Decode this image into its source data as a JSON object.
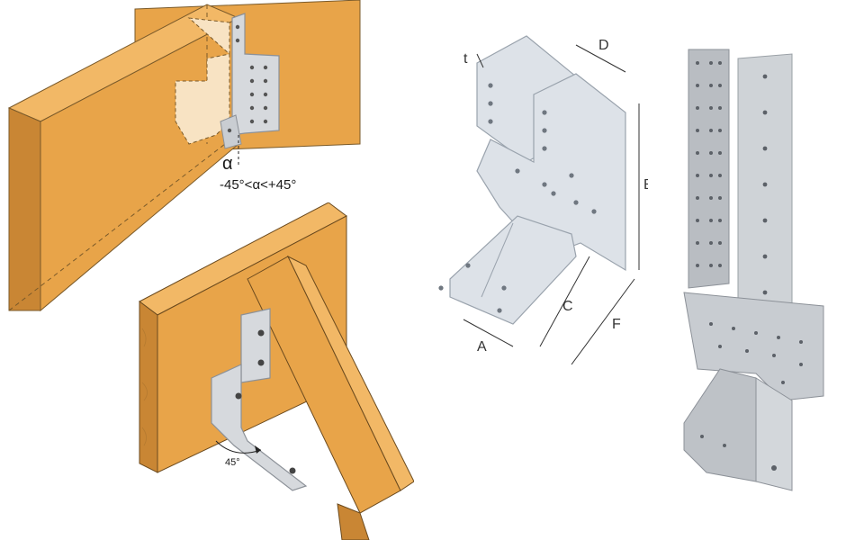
{
  "top_left": {
    "angle_symbol": "α",
    "angle_range": "-45°<α<+45°"
  },
  "bottom_left": {
    "angle_label": "45°"
  },
  "dimension_drawing": {
    "labels": {
      "t": "t",
      "D": "D",
      "B": "B",
      "C": "C",
      "F": "F",
      "A": "A"
    }
  },
  "colors": {
    "timber": "#E8A449",
    "timber_dark": "#C98634",
    "timber_side": "#F2B866",
    "bracket": "#D6D9DD",
    "bracket_line": "#8C9198",
    "drawing_fill": "#DDE2E8",
    "drawing_line": "#9AA3AD"
  }
}
